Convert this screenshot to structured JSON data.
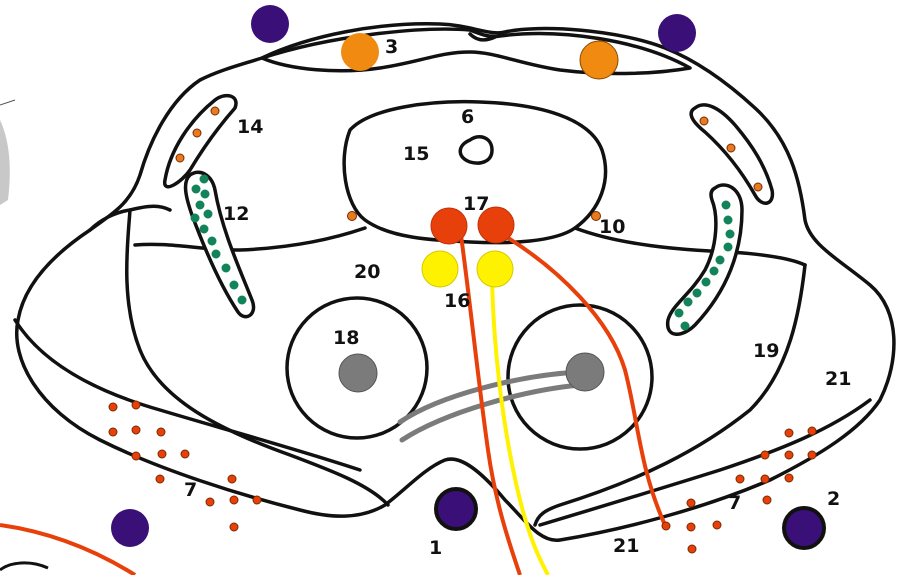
{
  "diagram": {
    "labels": {
      "l1": "1",
      "l2": "2",
      "l3": "3",
      "l6": "6",
      "l7a": "7",
      "l7b": "7",
      "l10": "10",
      "l12": "12",
      "l14": "14",
      "l15": "15",
      "l16": "16",
      "l17": "17",
      "l18": "18",
      "l19": "19",
      "l20": "20",
      "l21a": "21",
      "l21b": "21"
    },
    "colors": {
      "outline": "#111111",
      "purple": "#3a1078",
      "orange": "#f08a10",
      "red": "#e8400a",
      "yellow": "#fff200",
      "green": "#13835a",
      "gray": "#7b7b7b",
      "small_orange": "#e87a20"
    }
  }
}
